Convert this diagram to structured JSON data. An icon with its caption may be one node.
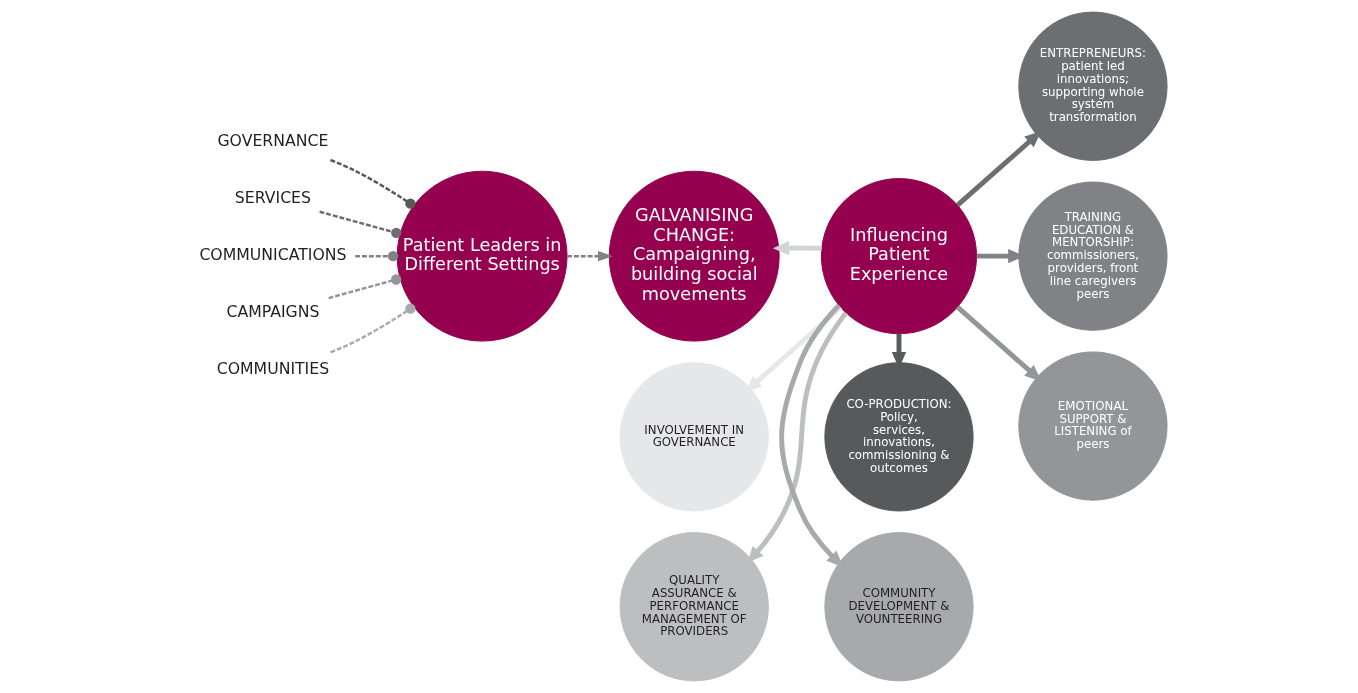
{
  "diagram": {
    "nodes": [
      {
        "text": [
          "GOVERNANCE"
        ]
      },
      {
        "text": [
          "SERVICES"
        ]
      },
      {
        "text": [
          "COMMUNICATIONS"
        ]
      },
      {
        "text": [
          "CAMPAIGNS"
        ]
      },
      {
        "text": [
          "COMMUNITIES"
        ]
      },
      {
        "text": [
          "Patient Leaders in Different Settings"
        ]
      },
      {
        "text": [
          "GALVANISING CHANGE: Campaigning, building social movements"
        ]
      },
      {
        "text": [
          "Influencing Patient Experience"
        ]
      },
      {
        "text": [
          "INVOLVEMENT IN GOVERNANCE"
        ]
      },
      {
        "text": [
          "CO-PRODUCTION: Policy, services, innovations, commissioning & outcomes"
        ]
      },
      {
        "text": [
          "ENTREPRENEURS: patient led innovations; supporting whole system transformation"
        ]
      },
      {
        "text": [
          "TRAINING EDUCATION & MENTORSHIP: commissioners, providers, front line caregivers peers"
        ]
      },
      {
        "text": [
          "EMOTIONAL SUPPORT & LISTENING of peers"
        ]
      },
      {
        "text": [
          "COMMUNITY DEVELOPMENT & VOUNTEERING"
        ]
      },
      {
        "text": [
          "QUALITY ASSURANCE & PERFORMANCE MANAGEMENT OF PROVIDERS"
        ]
      }
    ],
    "edges": [
      {
        "from": 0,
        "to": 5,
        "arrow": "other",
        "style": "dashed",
        "color": "#58595b"
      },
      {
        "from": 1,
        "to": 5,
        "arrow": "other",
        "style": "dashed",
        "color": "#6d6e71"
      },
      {
        "from": 2,
        "to": 5,
        "arrow": "other",
        "style": "dashed",
        "color": "#808285"
      },
      {
        "from": 3,
        "to": 5,
        "arrow": "other",
        "style": "dashed",
        "color": "#939598"
      },
      {
        "from": 4,
        "to": 5,
        "arrow": "other",
        "style": "dashed",
        "color": "#a7a9ac"
      },
      {
        "from": 5,
        "to": 6,
        "arrow": "to",
        "style": "dashed",
        "color": "#808285"
      },
      {
        "from": 7,
        "to": 6,
        "arrow": "to",
        "color": "#d1d3d4"
      },
      {
        "from": 7,
        "to": 8,
        "arrow": "to",
        "color": "#e6e7e8"
      },
      {
        "from": 7,
        "to": 9,
        "arrow": "to",
        "color": "#58595b"
      },
      {
        "from": 7,
        "to": 10,
        "arrow": "to",
        "color": "#6d6e71"
      },
      {
        "from": 7,
        "to": 11,
        "arrow": "to",
        "color": "#808285"
      },
      {
        "from": 7,
        "to": 12,
        "arrow": "to",
        "color": "#939598"
      },
      {
        "from": 7,
        "to": 13,
        "arrow": "to",
        "color": "#a7a9ac"
      },
      {
        "from": 7,
        "to": 14,
        "arrow": "to",
        "color": "#bcbec0"
      }
    ]
  }
}
